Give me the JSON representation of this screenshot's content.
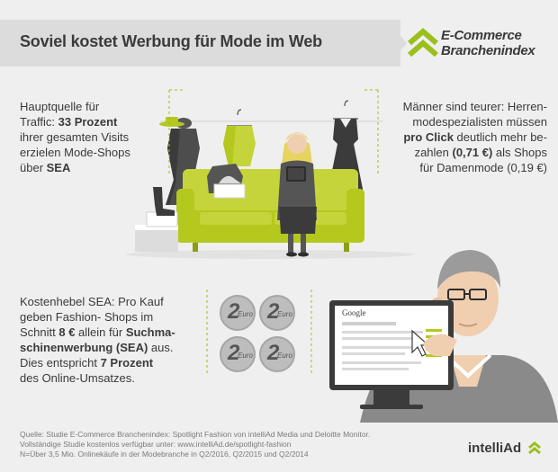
{
  "header": {
    "title": "Soviel kostet Werbung für Mode im Web",
    "brand_line1": "E-Commerce",
    "brand_line2": "Branchenindex"
  },
  "colors": {
    "accent_green": "#9bbf1d",
    "sofa_green": "#b4c81e",
    "header_gray": "#dcdcdc",
    "background": "#efefef",
    "text_dark": "#3a3a3a"
  },
  "left_block_1": {
    "l1": "Hauptquelle für",
    "l2a": "Traffic: ",
    "l2b": "33 Prozent",
    "l3": "ihrer gesamten Visits",
    "l4": "erzielen Mode-Shops",
    "l5a": "über ",
    "l5b": "SEA"
  },
  "right_block_1": {
    "l1": "Männer sind teurer: Herren-",
    "l2": "modespezialisten müssen",
    "l3a": "pro Click",
    "l3b": " deutlich mehr be-",
    "l4a": "zahlen ",
    "l4b": "(0,71 €)",
    "l4c": " als Shops",
    "l5": "für Damenmode (0,19 €)"
  },
  "left_block_2": {
    "l1": "Kostenhebel SEA: Pro Kauf",
    "l2": "geben Fashion- Shops im",
    "l3a": "Schnitt ",
    "l3b": "8 €",
    "l3c": " allein für ",
    "l3d": "Suchma-",
    "l4a": "schinenwerbung (SEA)",
    "l4b": " aus.",
    "l5a": "Dies entspricht ",
    "l5b": "7 Prozent",
    "l6": "des Online-Umsatzes."
  },
  "coins": [
    {
      "num": "2",
      "unit": "Euro"
    },
    {
      "num": "2",
      "unit": "Euro"
    },
    {
      "num": "2",
      "unit": "Euro"
    },
    {
      "num": "2",
      "unit": "Euro"
    }
  ],
  "monitor": {
    "search_logo": "Google"
  },
  "footer": {
    "line1": "Quelle: Studie E-Commerce Branchenindex: Spotlight Fashion von intelliAd Media und Deloitte Monitor.",
    "line2": "Vollständige Studie kostenlos verfügbar unter: www.intelliAd.de/spotlight-fashion",
    "line3": "N=Über 3,5 Mio. Onlinekäufe in der Modebranche in Q2/2016, Q2/2015 und Q2/2014"
  },
  "footer_brand": "intelliAd",
  "icons": [
    "double-chevron-up-icon",
    "euro-coin-icon",
    "mouse-cursor-icon"
  ]
}
